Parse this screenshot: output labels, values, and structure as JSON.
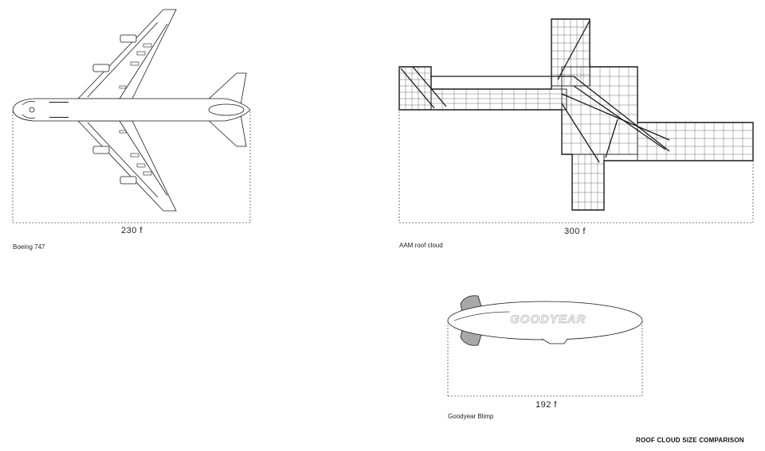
{
  "figures": [
    {
      "id": "boeing",
      "caption": "Boeing 747",
      "dimension": "230 f"
    },
    {
      "id": "roof",
      "caption": "AAM roof cloud",
      "dimension": "300 f"
    },
    {
      "id": "blimp",
      "caption": "Goodyear Blimp",
      "dimension": "192 f",
      "logo_text": "GOODYEAR"
    }
  ],
  "title": "ROOF CLOUD SIZE COMPARISON",
  "colors": {
    "line": "#1a1a1a",
    "dim_line": "#555555",
    "logo": "#cfcfcf",
    "fin": "#a8a8a8"
  }
}
